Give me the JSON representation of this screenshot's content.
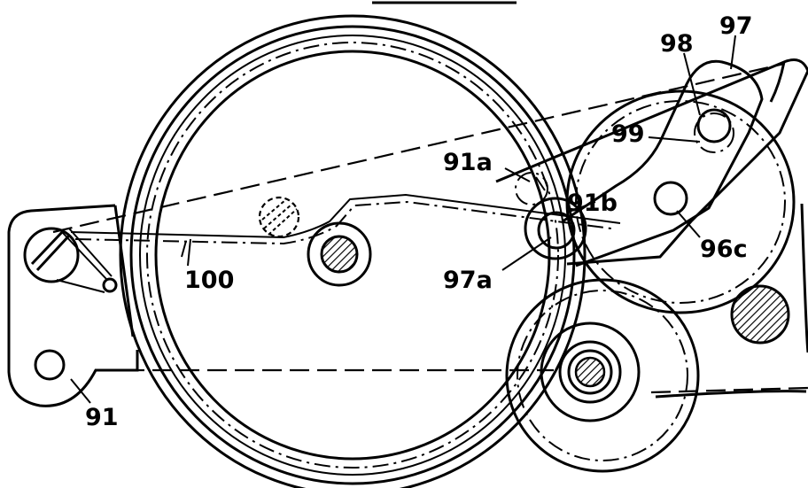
{
  "labels": {
    "l97": "97",
    "l98": "98",
    "l99": "99",
    "l91a": "91a",
    "l91b": "91b",
    "l96c": "96c",
    "l100": "100",
    "l97a": "97a",
    "l91": "91"
  }
}
